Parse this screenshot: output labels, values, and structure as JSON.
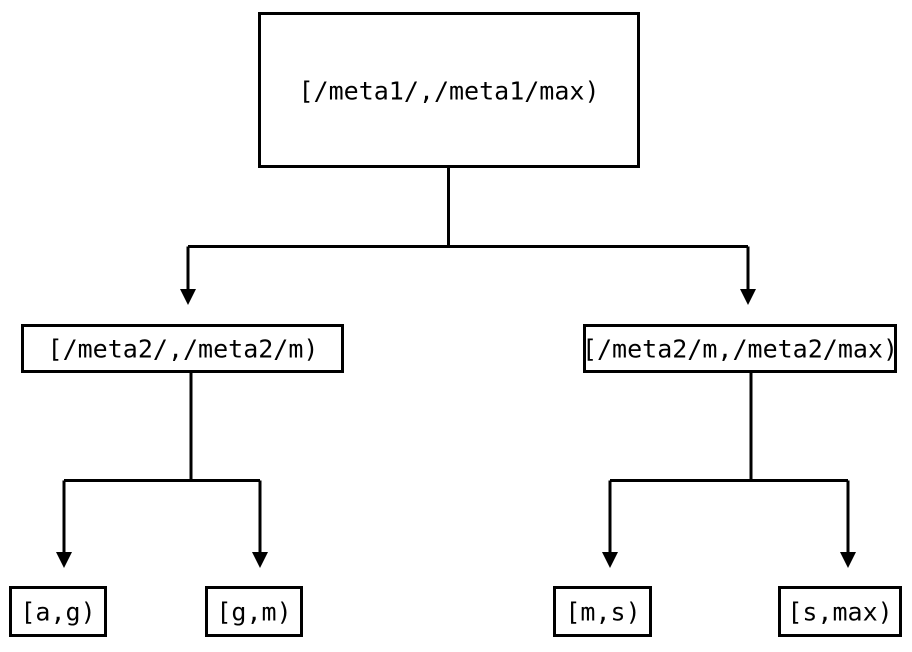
{
  "diagram": {
    "type": "interval-partition-tree",
    "background_color": "#ffffff",
    "line_color": "#000000",
    "text_color": "#000000",
    "nodes": {
      "root": {
        "label": "[/meta1/,/meta1/max)",
        "level": 0
      },
      "level2_left": {
        "label": "[/meta2/,/meta2/m)",
        "level": 1
      },
      "level2_right": {
        "label": "[/meta2/m,/meta2/max)",
        "level": 1
      },
      "leaf_ag": {
        "label": "[a,g)",
        "level": 2
      },
      "leaf_gm": {
        "label": "[g,m)",
        "level": 2
      },
      "leaf_ms": {
        "label": "[m,s)",
        "level": 2
      },
      "leaf_smax": {
        "label": "[s,max)",
        "level": 2
      }
    },
    "edges": [
      {
        "from": "root",
        "to": "level2_left"
      },
      {
        "from": "root",
        "to": "level2_right"
      },
      {
        "from": "level2_left",
        "to": "leaf_ag"
      },
      {
        "from": "level2_left",
        "to": "leaf_gm"
      },
      {
        "from": "level2_right",
        "to": "leaf_ms"
      },
      {
        "from": "level2_right",
        "to": "leaf_smax"
      }
    ]
  }
}
